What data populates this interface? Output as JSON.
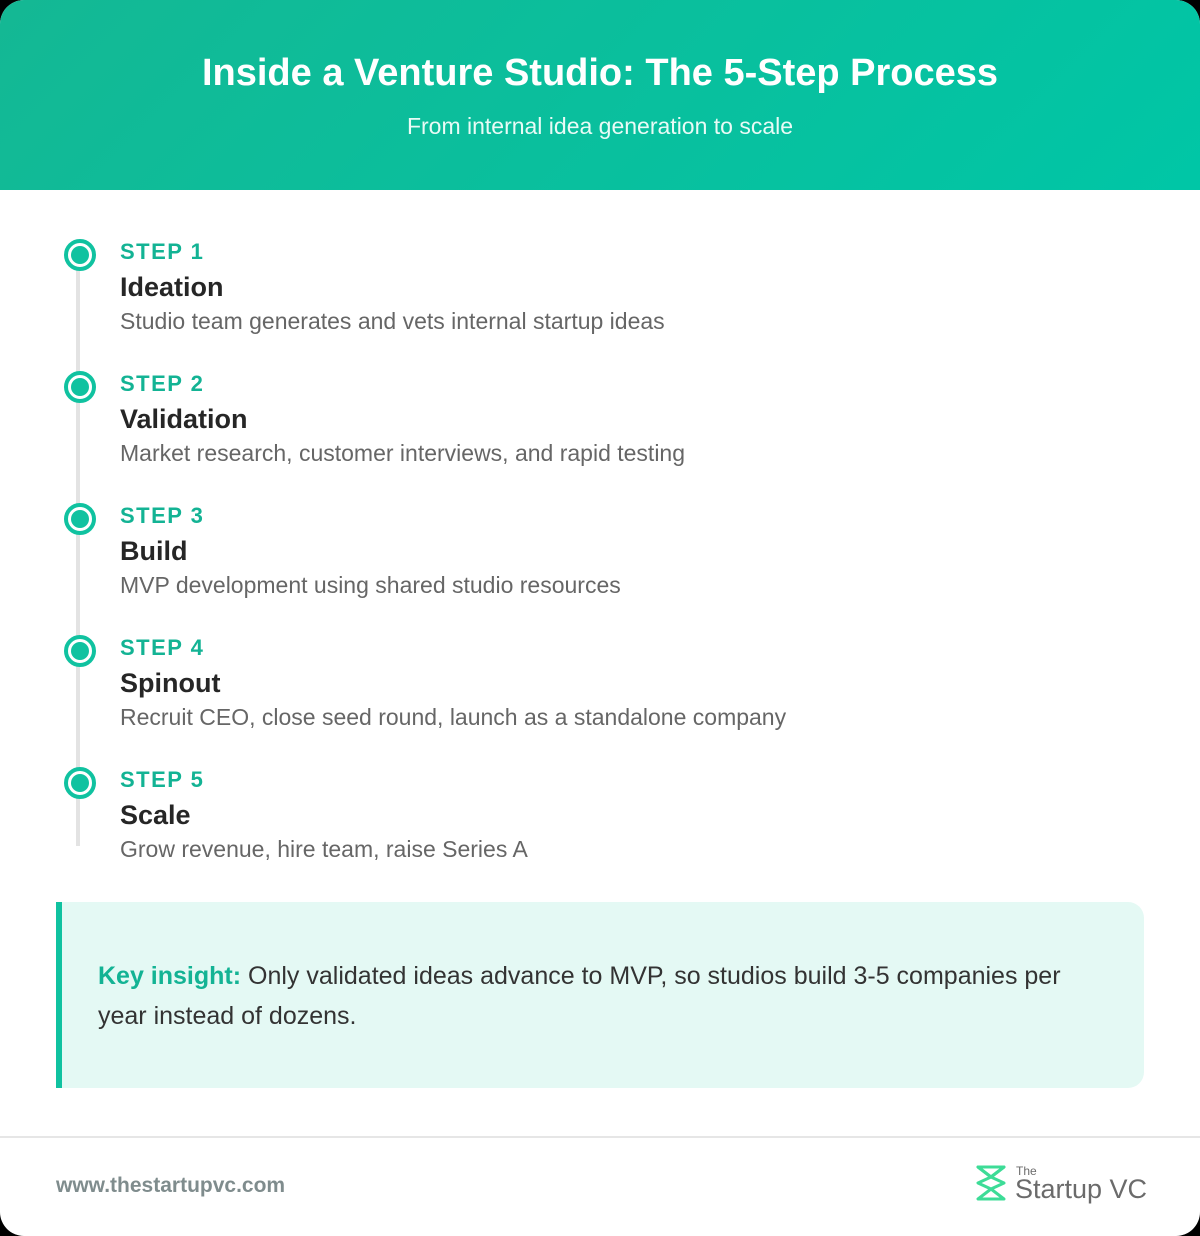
{
  "header": {
    "title": "Inside a Venture Studio: The 5-Step Process",
    "subtitle": "From internal idea generation to scale"
  },
  "steps": [
    {
      "label": "STEP 1",
      "name": "Ideation",
      "description": "Studio team generates and vets internal startup ideas"
    },
    {
      "label": "STEP 2",
      "name": "Validation",
      "description": "Market research, customer interviews, and rapid testing"
    },
    {
      "label": "STEP 3",
      "name": "Build",
      "description": "MVP development using shared studio resources"
    },
    {
      "label": "STEP 4",
      "name": "Spinout",
      "description": "Recruit CEO, close seed round, launch as a standalone company"
    },
    {
      "label": "STEP 5",
      "name": "Scale",
      "description": "Grow revenue, hire team, raise Series A"
    }
  ],
  "callout": {
    "key": "Key insight:",
    "text": " Only validated ideas advance to MVP, so studios build 3-5 companies per year instead of dozens."
  },
  "footer": {
    "url": "www.thestartupvc.com",
    "logo_small": "The",
    "logo_main": "Startup VC"
  },
  "colors": {
    "accent": "#10c2a0",
    "header_start": "#14b894",
    "header_end": "#00c6a6",
    "callout_bg": "#e4f9f4"
  }
}
